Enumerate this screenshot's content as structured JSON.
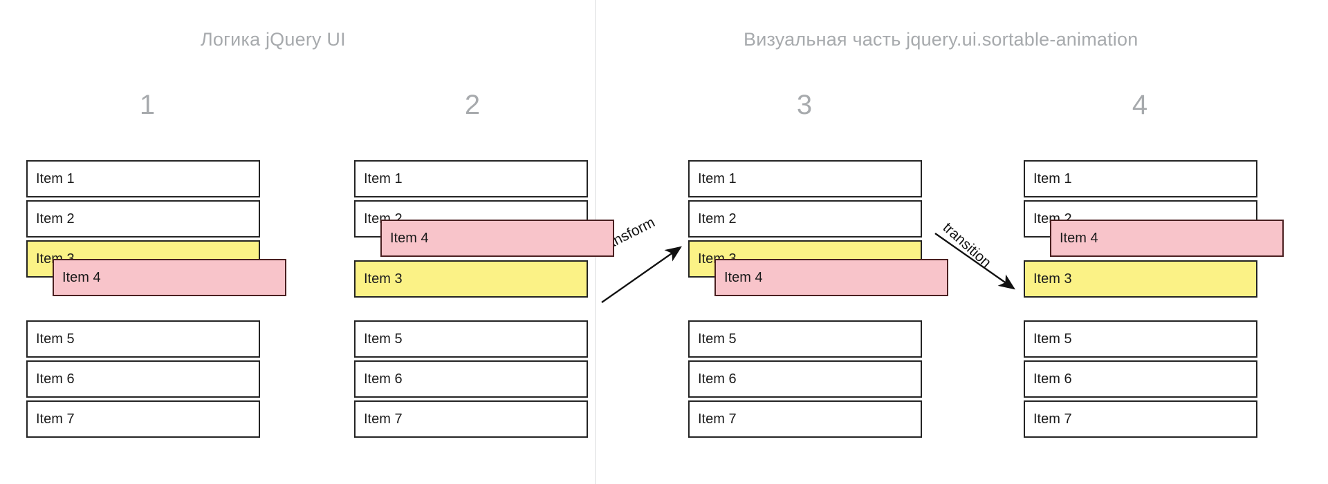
{
  "panels": {
    "left": {
      "title": "Логика jQuery UI"
    },
    "right": {
      "title": "Визуальная часть jquery.ui.sortable-animation"
    }
  },
  "steps": [
    {
      "number": "1"
    },
    {
      "number": "2"
    },
    {
      "number": "3"
    },
    {
      "number": "4"
    }
  ],
  "items": {
    "item1": "Item 1",
    "item2": "Item 2",
    "item3": "Item 3",
    "item4": "Item 4",
    "item5": "Item 5",
    "item6": "Item 6",
    "item7": "Item 7"
  },
  "arrows": [
    {
      "label": "transform"
    },
    {
      "label": "transition"
    }
  ],
  "colors": {
    "highlight_yellow": "#fbf286",
    "drag_pink": "#f8c4ca",
    "border_dark": "#232323",
    "border_pink": "#4a1f20",
    "muted_text": "#a7aaad",
    "divider": "#d9dbdd",
    "background": "#ffffff"
  }
}
